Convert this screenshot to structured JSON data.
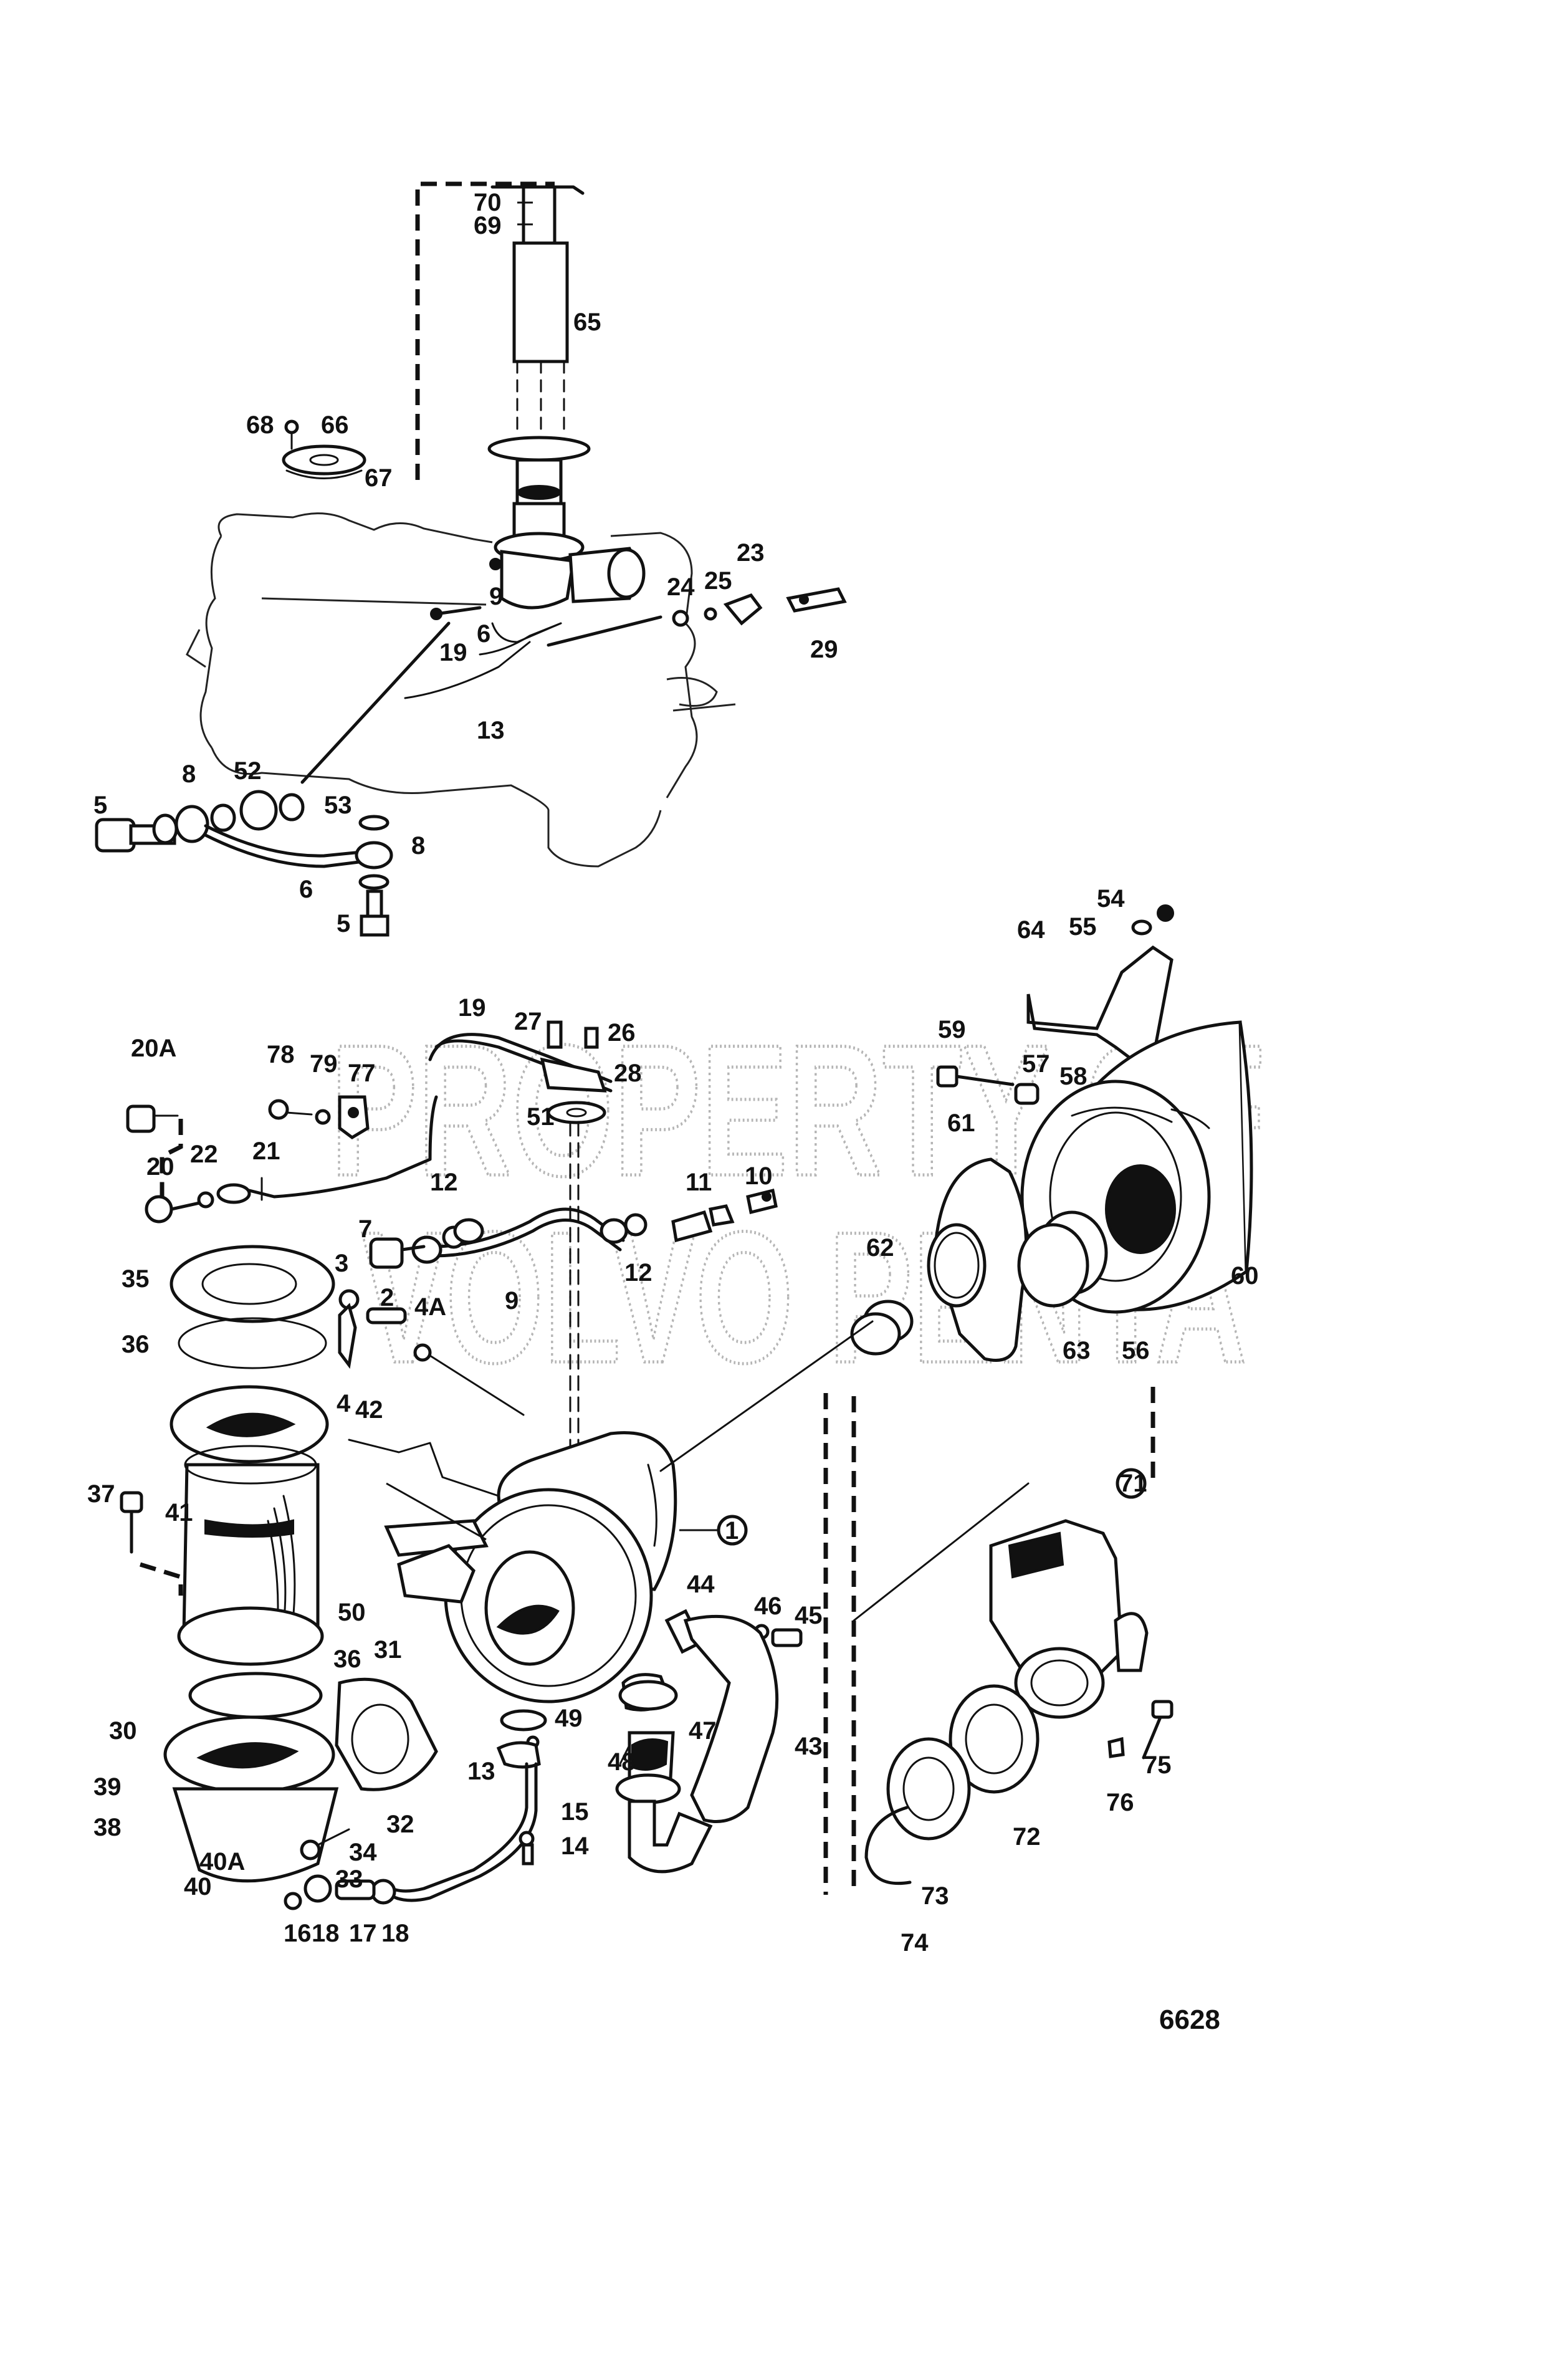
{
  "watermark": {
    "line1": "PROPERTY OF",
    "line2": "VOLVO PENTA"
  },
  "figure_number": "6628",
  "labels": {
    "l70": "70",
    "l69": "69",
    "l65": "65",
    "l68": "68",
    "l66": "66",
    "l67": "67",
    "l9a": "9",
    "l6a": "6",
    "l19a": "19",
    "l13a": "13",
    "l23": "23",
    "l24": "24",
    "l25": "25",
    "l29": "29",
    "l5a": "5",
    "l8a": "8",
    "l52": "52",
    "l53": "53",
    "l8b": "8",
    "l6b": "6",
    "l5b": "5",
    "l54": "54",
    "l55": "55",
    "l64": "64",
    "l20A": "20A",
    "l78": "78",
    "l79": "79",
    "l77": "77",
    "l19b": "19",
    "l27": "27",
    "l26": "26",
    "l28": "28",
    "l51": "51",
    "l20": "20",
    "l22": "22",
    "l21": "21",
    "l12a": "12",
    "l11": "11",
    "l10": "10",
    "l7": "7",
    "l3": "3",
    "l2": "2",
    "l4A": "4A",
    "l4": "4",
    "l9b": "9",
    "l12b": "12",
    "l59": "59",
    "l57": "57",
    "l58": "58",
    "l61": "61",
    "l62": "62",
    "l63": "63",
    "l56": "56",
    "l60": "60",
    "l35": "35",
    "l36a": "36",
    "l42": "42",
    "l37": "37",
    "l41": "41",
    "l1": "1",
    "l50": "50",
    "l44": "44",
    "l46": "46",
    "l45": "45",
    "l71": "71",
    "l31": "31",
    "l36b": "36",
    "l49": "49",
    "l47": "47",
    "l43": "43",
    "l48": "48",
    "l30": "30",
    "l39": "39",
    "l38": "38",
    "l32": "32",
    "l13b": "13",
    "l15": "15",
    "l14": "14",
    "l34": "34",
    "l33": "33",
    "l40": "40",
    "l40A": "40A",
    "l16": "16",
    "l18a": "18",
    "l17": "17",
    "l18b": "18",
    "l72": "72",
    "l73": "73",
    "l74": "74",
    "l75": "75",
    "l76": "76"
  }
}
